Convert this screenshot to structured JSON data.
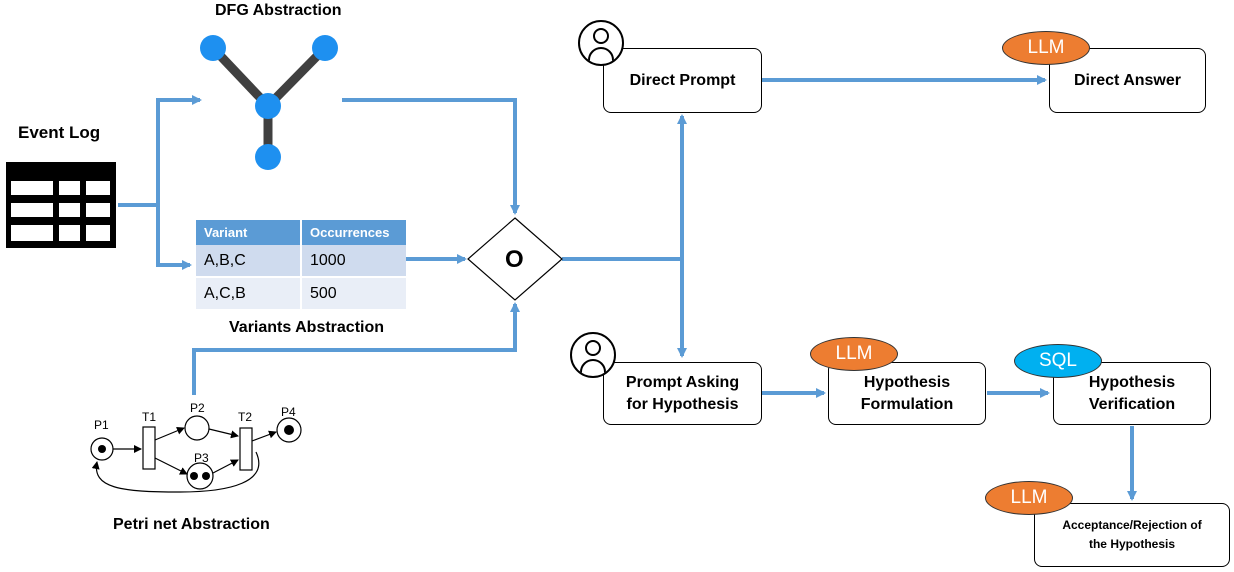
{
  "event_log": {
    "title": "Event Log"
  },
  "dfg": {
    "title": "DFG Abstraction"
  },
  "variants": {
    "title": "Variants Abstraction",
    "columns": [
      "Variant",
      "Occurrences"
    ],
    "rows": [
      {
        "variant": "A,B,C",
        "occurrences": "1000"
      },
      {
        "variant": "A,C,B",
        "occurrences": "500"
      }
    ]
  },
  "petri": {
    "title": "Petri net Abstraction",
    "labels": {
      "p1": "P1",
      "p2": "P2",
      "p3": "P3",
      "p4": "P4",
      "t1": "T1",
      "t2": "T2"
    }
  },
  "gate": {
    "symbol": "O"
  },
  "boxes": {
    "direct_prompt": "Direct Prompt",
    "direct_answer": "Direct Answer",
    "prompt_hypothesis_line1": "Prompt Asking",
    "prompt_hypothesis_line2": "for Hypothesis",
    "formulation_line1": "Hypothesis",
    "formulation_line2": "Formulation",
    "verification_line1": "Hypothesis",
    "verification_line2": "Verification",
    "acceptance_line1": "Acceptance/Rejection of",
    "acceptance_line2": "the Hypothesis"
  },
  "badges": {
    "llm": "LLM",
    "sql": "SQL"
  },
  "colors": {
    "connector": "#5B9BD5",
    "node": "#1E90F0",
    "llm": "#ED7D31",
    "sql": "#00B0F0",
    "table_header": "#5B9BD5"
  }
}
